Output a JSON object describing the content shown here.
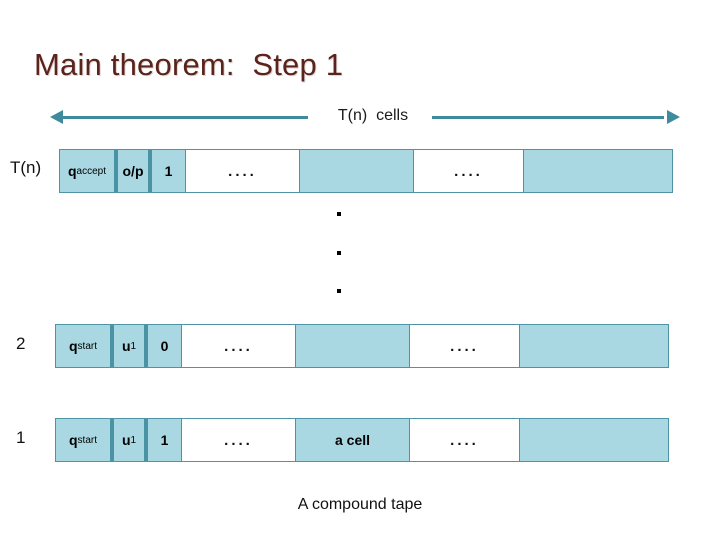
{
  "slide": {
    "title": "Main theorem:  Step 1",
    "title_color": "#5a241c",
    "caption": "A compound tape",
    "accent_color": "#3f8b9d",
    "cell_fill_color": "#a9d8e2",
    "cell_border_color": "#4f94a4"
  },
  "span_arrow": {
    "label": "T(n)  cells",
    "direction": "double",
    "color": "#3f8b9d"
  },
  "vertical_ellipsis": {
    "dot_count": 3
  },
  "rows": [
    {
      "label": "T(n)",
      "cells": [
        {
          "text": "q",
          "sub": "accept",
          "fill": "blue",
          "divider": "thick"
        },
        {
          "text": "o/p",
          "sub": "",
          "fill": "blue",
          "divider": "thick"
        },
        {
          "text": "1",
          "sub": "",
          "fill": "blue",
          "divider": "thin"
        },
        {
          "text": "....",
          "sub": "",
          "fill": "white",
          "divider": "thin"
        },
        {
          "text": "",
          "sub": "",
          "fill": "blue",
          "divider": "thin"
        },
        {
          "text": "....",
          "sub": "",
          "fill": "white",
          "divider": "thin"
        },
        {
          "text": "",
          "sub": "",
          "fill": "blue",
          "divider": "none"
        }
      ]
    },
    {
      "label": "2",
      "cells": [
        {
          "text": "q",
          "sub": "start",
          "fill": "blue",
          "divider": "thick"
        },
        {
          "text": "u",
          "sub": "1",
          "fill": "blue",
          "divider": "thick"
        },
        {
          "text": "0",
          "sub": "",
          "fill": "blue",
          "divider": "thin"
        },
        {
          "text": "....",
          "sub": "",
          "fill": "white",
          "divider": "thin"
        },
        {
          "text": "",
          "sub": "",
          "fill": "blue",
          "divider": "thin"
        },
        {
          "text": "....",
          "sub": "",
          "fill": "white",
          "divider": "thin"
        },
        {
          "text": "",
          "sub": "",
          "fill": "blue",
          "divider": "none"
        }
      ]
    },
    {
      "label": "1",
      "cells": [
        {
          "text": "q",
          "sub": "start",
          "fill": "blue",
          "divider": "thick"
        },
        {
          "text": "u",
          "sub": "1",
          "fill": "blue",
          "divider": "thick"
        },
        {
          "text": "1",
          "sub": "",
          "fill": "blue",
          "divider": "thin"
        },
        {
          "text": "....",
          "sub": "",
          "fill": "white",
          "divider": "thin"
        },
        {
          "text": "a cell",
          "sub": "",
          "fill": "blue",
          "divider": "thin"
        },
        {
          "text": "....",
          "sub": "",
          "fill": "white",
          "divider": "thin"
        },
        {
          "text": "",
          "sub": "",
          "fill": "blue",
          "divider": "none"
        }
      ]
    }
  ],
  "cell_widths": [
    58,
    34,
    34,
    114,
    114,
    110,
    148
  ]
}
